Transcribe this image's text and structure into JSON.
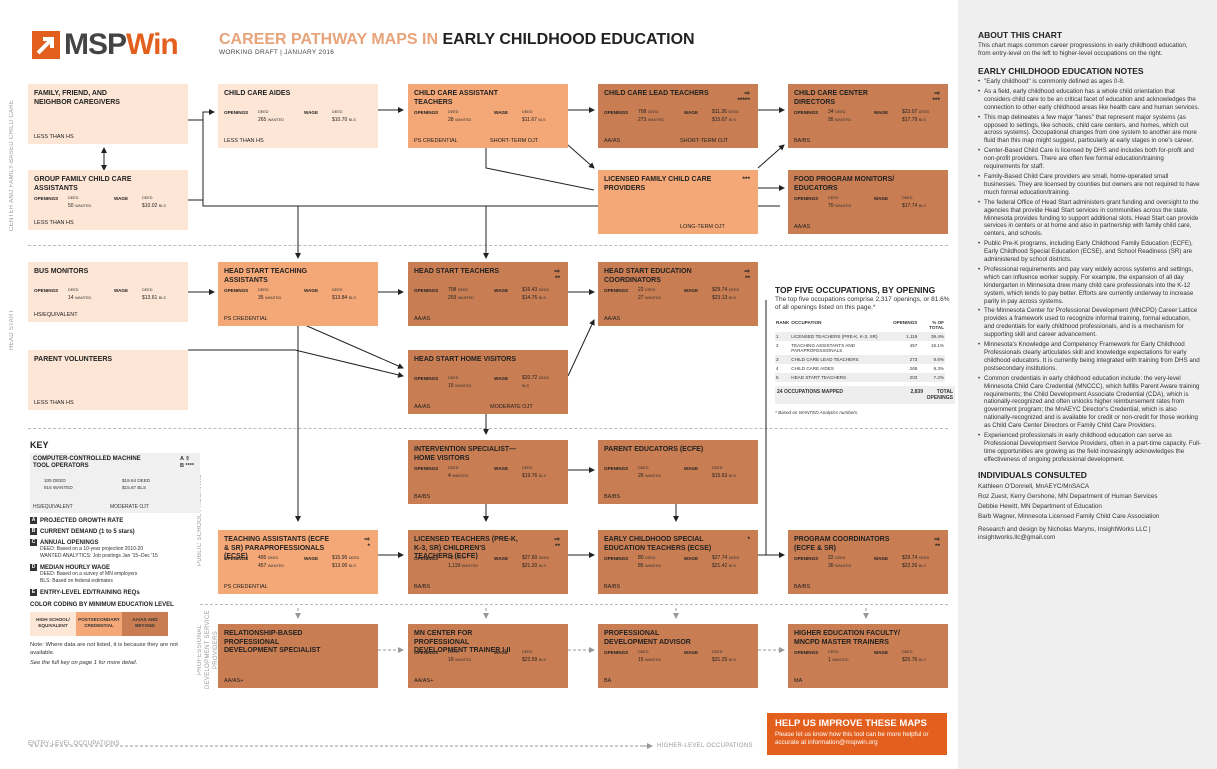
{
  "header": {
    "logo_msp": "MSP",
    "logo_win": "Win",
    "title_part1": "CAREER PATHWAY MAPS IN ",
    "title_part2": "EARLY CHILDHOOD EDUCATION",
    "subtitle": "WORKING DRAFT | JANUARY 2016"
  },
  "lanes": {
    "center": "CENTER AND FAMILY-BASED CHILD CARE",
    "headstart": "HEAD START",
    "public": "PUBLIC SCHOOL PROGRAMS",
    "profdev": "PROFESSIONAL DEVELOPMENT SERVICE PROVIDERS"
  },
  "labels": {
    "openings": "OPENINGS",
    "wage": "WAGE",
    "deed": "DEED",
    "wanted": "WANTED",
    "bls": "BLS"
  },
  "boxes": [
    {
      "id": "ffn",
      "name": "FAMILY, FRIEND, AND NEIGHBOR CAREGIVERS",
      "color": "c1",
      "ed": "LESS THAN HS",
      "train": "",
      "flag": "",
      "stats": false
    },
    {
      "id": "aides",
      "name": "CHILD CARE AIDES",
      "color": "c1",
      "ed": "LESS THAN HS",
      "train": "",
      "flag": "",
      "stats": true,
      "deed": "",
      "wanted": "265",
      "wage_deed": "",
      "wage_bls": "$10.70"
    },
    {
      "id": "asst",
      "name": "CHILD CARE ASSISTANT TEACHERS",
      "color": "c2",
      "ed": "PS CREDENTIAL",
      "train": "SHORT-TERM OJT",
      "flag": "",
      "stats": true,
      "deed": "",
      "wanted": "28",
      "wage_deed": "",
      "wage_bls": "$11.67"
    },
    {
      "id": "lead",
      "name": "CHILD CARE LEAD TEACHERS",
      "color": "c3",
      "ed": "AA/AS",
      "train": "SHORT-TERM OJT",
      "flag": "⇨\n*****",
      "stats": true,
      "deed": "708",
      "wanted": "273",
      "wage_deed": "$11.36",
      "wage_bls": "$15.67"
    },
    {
      "id": "dirs",
      "name": "CHILD CARE CENTER DIRECTORS",
      "color": "c3",
      "ed": "BA/BS",
      "train": "",
      "flag": "⇨\n***",
      "stats": true,
      "deed": "34",
      "wanted": "95",
      "wage_deed": "$23.07",
      "wage_bls": "$17.79"
    },
    {
      "id": "gfcc",
      "name": "GROUP FAMILY CHILD CARE ASSISTANTS",
      "color": "c1",
      "ed": "LESS THAN HS",
      "train": "",
      "flag": "",
      "stats": true,
      "deed": "",
      "wanted": "50",
      "wage_deed": "",
      "wage_bls": "$10.02"
    },
    {
      "id": "lfcc",
      "name": "LICENSED FAMILY CHILD CARE PROVIDERS",
      "color": "c2",
      "ed": "",
      "train": "LONG-TERM OJT",
      "flag": "***",
      "stats": false
    },
    {
      "id": "food",
      "name": "FOOD PROGRAM MONITORS/ EDUCATORS",
      "color": "c3",
      "ed": "AA/AS",
      "train": "",
      "flag": "",
      "stats": true,
      "deed": "",
      "wanted": "70",
      "wage_deed": "",
      "wage_bls": "$17.74"
    },
    {
      "id": "bus",
      "name": "BUS MONITORS",
      "color": "c1",
      "ed": "HS/EQUIVALENT",
      "train": "",
      "flag": "",
      "stats": true,
      "deed": "",
      "wanted": "14",
      "wage_deed": "",
      "wage_bls": "$13.61"
    },
    {
      "id": "hsta",
      "name": "HEAD START TEACHING ASSISTANTS",
      "color": "c2",
      "ed": "PS CREDENTIAL",
      "train": "",
      "flag": "",
      "stats": true,
      "deed": "",
      "wanted": "35",
      "wage_deed": "",
      "wage_bls": "$13.84"
    },
    {
      "id": "hst",
      "name": "HEAD START TEACHERS",
      "color": "c3",
      "ed": "AA/AS",
      "train": "",
      "flag": "⇨\n**",
      "stats": true,
      "deed": "708",
      "wanted": "203",
      "wage_deed": "$16.43",
      "wage_bls": "$14.76"
    },
    {
      "id": "hsec",
      "name": "HEAD START EDUCATION COORDINATORS",
      "color": "c3",
      "ed": "AA/AS",
      "train": "",
      "flag": "⇨\n**",
      "stats": true,
      "deed": "22",
      "wanted": "27",
      "wage_deed": "$29.74",
      "wage_bls": "$23.13"
    },
    {
      "id": "pv",
      "name": "PARENT VOLUNTEERS",
      "color": "c1",
      "ed": "LESS THAN HS",
      "train": "",
      "flag": "",
      "stats": false
    },
    {
      "id": "hshv",
      "name": "HEAD START HOME VISITORS",
      "color": "c3",
      "ed": "AA/AS",
      "train": "MODERATE OJT",
      "flag": "",
      "stats": true,
      "deed": "",
      "wanted": "19",
      "wage_deed": "$20.72",
      "wage_bls": ""
    },
    {
      "id": "ishv",
      "name": "INTERVENTION SPECIALIST—HOME VISITORS",
      "color": "c3",
      "ed": "BA/BS",
      "train": "",
      "flag": "",
      "stats": true,
      "deed": "",
      "wanted": "4",
      "wage_deed": "",
      "wage_bls": "$19.76"
    },
    {
      "id": "pe",
      "name": "PARENT EDUCATORS (ECFE)",
      "color": "c3",
      "ed": "BA/BS",
      "train": "",
      "flag": "",
      "stats": true,
      "deed": "",
      "wanted": "26",
      "wage_deed": "",
      "wage_bls": "$15.63"
    },
    {
      "id": "ta",
      "name": "TEACHING ASSISTANTS (ECFE & SR) PARAPROFESSIONALS (ECSE)",
      "color": "c2",
      "ed": "PS CREDENTIAL",
      "train": "",
      "flag": "⇨\n*",
      "stats": true,
      "deed": "495",
      "wanted": "457",
      "wage_deed": "$15.95",
      "wage_bls": "$13.00"
    },
    {
      "id": "lt",
      "name": "LICENSED TEACHERS (PRE-K, K-3, SR) CHILDREN'S TEACHERS (ECFE)",
      "color": "c3",
      "ed": "BA/BS",
      "train": "",
      "flag": "⇨\n**",
      "stats": true,
      "deed": "62",
      "wanted": "1,119",
      "wage_deed": "$27.60",
      "wage_bls": "$21.20"
    },
    {
      "id": "ecse",
      "name": "EARLY CHILDHOOD SPECIAL EDUCATION TEACHERS (ECSE)",
      "color": "c3",
      "ed": "BA/BS",
      "train": "",
      "flag": "*",
      "stats": true,
      "deed": "80",
      "wanted": "85",
      "wage_deed": "$27.74",
      "wage_bls": "$21.42"
    },
    {
      "id": "pc",
      "name": "PROGRAM COORDINATORS (ECFE & SR)",
      "color": "c3",
      "ed": "BA/BS",
      "train": "",
      "flag": "⇨\n**",
      "stats": true,
      "deed": "22",
      "wanted": "36",
      "wage_deed": "$29.74",
      "wage_bls": "$22.26"
    },
    {
      "id": "rbpd",
      "name": "RELATIONSHIP-BASED PROFESSIONAL DEVELOPMENT SPECIALIST",
      "color": "c3",
      "ed": "AA/AS+",
      "train": "",
      "flag": "",
      "stats": false
    },
    {
      "id": "mncpd",
      "name": "MN CENTER FOR PROFESSIONAL DEVELOPMENT TRAINER I-II",
      "color": "c3",
      "ed": "AA/AS+",
      "train": "",
      "flag": "",
      "stats": true,
      "deed": "",
      "wanted": "19",
      "wage_deed": "",
      "wage_bls": "$22.59"
    },
    {
      "id": "pda",
      "name": "PROFESSIONAL DEVELOPMENT ADVISOR",
      "color": "c3",
      "ed": "BA",
      "train": "",
      "flag": "",
      "stats": true,
      "deed": "",
      "wanted": "15",
      "wage_deed": "",
      "wage_bls": "$31.25"
    },
    {
      "id": "hef",
      "name": "HIGHER EDUCATION FACULTY/ MNCPD MASTER TRAINERS",
      "color": "c3",
      "ed": "MA",
      "train": "",
      "flag": "",
      "stats": true,
      "deed": "",
      "wanted": "1",
      "wage_deed": "",
      "wage_bls": "$25.76"
    }
  ],
  "key": {
    "title": "KEY",
    "sample_name": "COMPUTER-CONTROLLED MACHINE TOOL OPERATORS",
    "sample_flag": "A ⇧\nB ****",
    "sample_open1": "105 DEED",
    "sample_open2": "916 WANTED",
    "sample_wage1": "$19.64 DEED",
    "sample_wage2": "$15.87 BLS",
    "sample_ed": "HS/EQUIVALENT",
    "sample_train": "MODERATE OJT",
    "items": [
      {
        "letter": "A",
        "label": "PROJECTED GROWTH RATE"
      },
      {
        "letter": "B",
        "label": "CURRENT DEMAND (1 to 5 stars)"
      },
      {
        "letter": "C",
        "label": "ANNUAL OPENINGS"
      },
      {
        "letter": "D",
        "label": "MEDIAN HOURLY WAGE"
      },
      {
        "letter": "E",
        "label": "ENTRY-LEVEL ED/TRAINING REQs"
      }
    ],
    "annual_sub1": "DEED: Based on a 10-year projection 2010-20",
    "annual_sub2": "WANTED ANALYTICS: Job postings Jan '15–Dec '15",
    "wage_sub1": "DEED: Based on a survey of MN employers",
    "wage_sub2": "BLS: Based on federal estimates",
    "color_title": "COLOR CODING BY MINIMUM EDUCATION LEVEL",
    "legend": [
      "HIGH SCHOOL/ EQUIVALENT",
      "POSTSECONDARY CREDENTIAL",
      "AA/AS AND BEYOND"
    ],
    "note": "Note: Where data are not listed, it is because they are not available.",
    "see": "See the full key on page 1 for more detail."
  },
  "top5": {
    "title": "TOP FIVE OCCUPATIONS, BY OPENING",
    "desc": "The top five occupations comprise 2,317 openings, or 81.6% of all openings listed on this page.*",
    "headers": [
      "RANK",
      "OCCUPATION",
      "OPENINGS",
      "% OF TOTAL"
    ],
    "rows": [
      [
        "1",
        "LICENSED TEACHERS (PRE-K, K-3, SR)",
        "1,119",
        "39.4%"
      ],
      [
        "2",
        "TEACHING ASSISTANTS AND PARAPROFESSIONALS",
        "457",
        "16.1%"
      ],
      [
        "3",
        "CHILD CARE LEAD TEACHERS",
        "273",
        "9.6%"
      ],
      [
        "4",
        "CHILD CARE AIDES",
        "265",
        "9.3%"
      ],
      [
        "5",
        "HEAD START TEACHERS",
        "203",
        "7.2%"
      ]
    ],
    "total_label": "24   OCCUPATIONS MAPPED",
    "total_val": "2,839",
    "total_word": "TOTAL OPENINGS",
    "footnote": "* Based on WANTED Analytics numbers."
  },
  "help": {
    "title": "HELP US IMPROVE THESE MAPS",
    "text": "Please let us know how this tool can be more helpful or accurate at information@mspwin.org"
  },
  "axis": {
    "left": "ENTRY-LEVEL OCCUPATIONS",
    "right": "HIGHER-LEVEL OCCUPATIONS"
  },
  "sidebar": {
    "about_title": "ABOUT THIS CHART",
    "about_text": "This chart maps common career progressions in early childhood education, from entry-level on the left to higher-level occupations on the right.",
    "notes_title": "EARLY CHILDHOOD EDUCATION NOTES",
    "notes": [
      "\"Early childhood\" is commonly defined as ages 0-8.",
      "As a field, early childhood education has a whole child orientation that considers child care to be an critical facet of education and acknowledges the connection to other early childhood areas like health care and human services.",
      "This map delineates a few major \"lanes\" that represent major systems (as opposed to settings, like schools, child care centers, and homes, which cut across systems). Occupational changes from one system to another are more fluid than this map might suggest, particularly at early stages in one's career.",
      "Center-Based Child Care is licensed by DHS and includes both for-profit and non-profit providers. There are often few formal education/training requirements for staff.",
      "Family-Based Child Care providers are small, home-operated small businesses. They are licensed by counties but owners are not required to have much formal education/training.",
      "The federal Office of Head Start administers grant funding and oversight to the agencies that provide Head Start services in communities across the state. Minnesota provides funding to support additional slots. Head Start can provide services in centers or at home and also in partnership with family child care, centers, and schools.",
      "Public Pre-K programs, including Early Childhood Family Education (ECFE), Early Childhood Special Education (ECSE), and School Readiness (SR) are administered by school districts.",
      "Professional requirements and pay vary widely across systems and settings, which can influence worker supply. For example, the expansion of all day kindergarten in Minnesota drew many child care professionals into the K-12 system, which tends to pay better. Efforts are currently underway to increase parity in pay across systems.",
      "The Minnesota Center for Professional Development (MNCPD) Career Lattice provides a framework used to recognize informal training, formal education, and credentials for early childhood professionals, and is a mechanism for supporting skill and career advancement.",
      "Minnesota's Knowledge and Competency Framework for Early Childhood Professionals clearly articulates skill and knowledge expectations for early childhood educators. It is currently being integrated with training from DHS and postsecondary institutions.",
      "Common credentials in early childhood education include: the very-level Minnesota Child Care Credential (MNCCC), which fulfills Parent Aware training requirements; the Child Development Associate Credential (CDA), which is nationally-recognized and often unlocks higher reimbursement rates from government program; the MnAEYC Director's Credential, which is also nationally-recognized and is available for credit or non-credit for those working as Child Care Center Directors or Family Child Care Providers.",
      "Experienced professionals in early childhood education can serve as Professional Development Service Providers, often in a part-time capacity. Full-time opportunities are growing as the field increasingly acknowledges the effectiveness of ongoing professional development."
    ],
    "ind_title": "INDIVIDUALS CONSULTED",
    "individuals": [
      "Kathleen O'Donnell, MnAEYC/MnSACA",
      "Roz Zuest, Kerry Gershone, MN Department of Human Services",
      "Debbie Hewitt, MN Department of Education",
      "Barb Wagner, Minnesota Licensed Family Child Care Association"
    ],
    "credit": "Research and design by Nicholas Maryns, InsightWorks LLC | insightworks.llc@gmail.com"
  }
}
